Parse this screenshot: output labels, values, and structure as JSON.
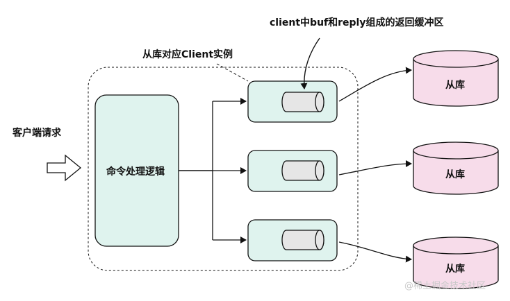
{
  "labels": {
    "client_request": "客户端请求",
    "command_logic": "命令处理逻辑",
    "slave_client_instance": "从库对应Client实例",
    "return_buffer": "client中buf和reply组成的返回缓冲区"
  },
  "slaves": [
    {
      "label": "从库"
    },
    {
      "label": "从库"
    },
    {
      "label": "从库"
    }
  ],
  "watermark": "@稀土掘金技术社区",
  "colors": {
    "teal_fill": "#dff3ee",
    "pink_fill": "#f7dcea",
    "cylinder_fill": "#e6e6e6",
    "stroke": "#111111"
  }
}
